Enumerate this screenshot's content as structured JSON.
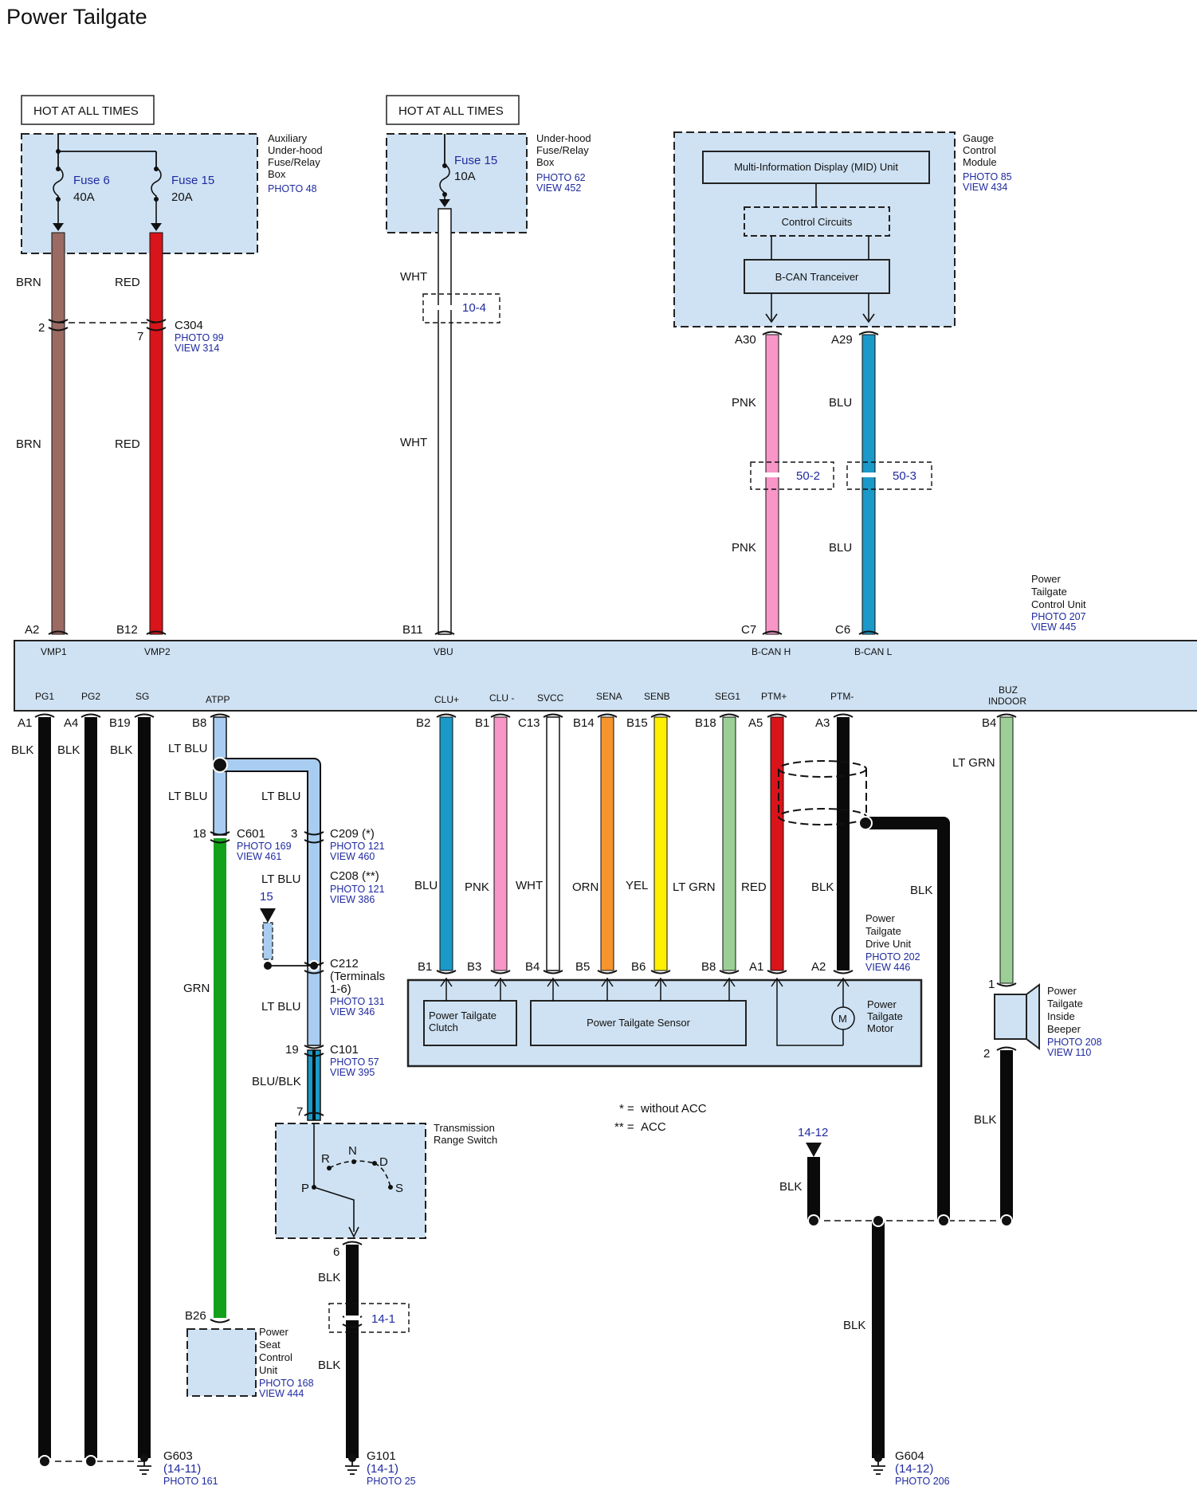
{
  "title": "Power Tailgate",
  "hot": "HOT AT ALL TIMES",
  "aux_box": {
    "name": [
      "Auxiliary",
      "Under-hood",
      "Fuse/Relay",
      "Box"
    ],
    "photo": "PHOTO 48",
    "fuse_a": {
      "name": "Fuse 6",
      "rating": "40A"
    },
    "fuse_b": {
      "name": "Fuse 15",
      "rating": "20A"
    }
  },
  "uh_box": {
    "name": [
      "Under-hood",
      "Fuse/Relay",
      "Box"
    ],
    "photo": "PHOTO 62",
    "view": "VIEW 452",
    "fuse": {
      "name": "Fuse 15",
      "rating": "10A"
    }
  },
  "gauge": {
    "name": [
      "Gauge",
      "Control",
      "Module"
    ],
    "photo": "PHOTO 85",
    "view": "VIEW 434",
    "mid": "Multi-Information Display (MID) Unit",
    "ctrl": "Control Circuits",
    "bcan": "B-CAN Tranceiver",
    "pin_a": "A30",
    "pin_b": "A29"
  },
  "c304": {
    "name": "C304",
    "photo": "PHOTO 99",
    "view": "VIEW 314",
    "pin_l": "2",
    "pin_r": "7"
  },
  "wire_labels": {
    "brn": "BRN",
    "red": "RED",
    "wht": "WHT",
    "pnk": "PNK",
    "blu": "BLU",
    "blk": "BLK",
    "lt_blu": "LT BLU",
    "grn": "GRN",
    "blu_blk": "BLU/BLK",
    "lt_grn": "LT GRN",
    "orn": "ORN",
    "yel": "YEL"
  },
  "refs": {
    "r10_4": "10-4",
    "r50_2": "50-2",
    "r50_3": "50-3",
    "r15": "15",
    "r14_1": "14-1",
    "r14_12": "14-12"
  },
  "ptcu": {
    "name": [
      "Power",
      "Tailgate",
      "Control Unit"
    ],
    "photo": "PHOTO 207",
    "view": "VIEW 445",
    "top_pins": [
      "A2",
      "B12",
      "B11",
      "C7",
      "C6"
    ],
    "top_terms": [
      "VMP1",
      "VMP2",
      "VBU",
      "B-CAN H",
      "B-CAN L"
    ],
    "bot_terms": [
      "PG1",
      "PG2",
      "SG",
      "ATPP",
      "CLU+",
      "CLU -",
      "SVCC",
      "SENA",
      "SENB",
      "SEG1",
      "PTM+",
      "PTM-",
      "BUZ",
      "INDOOR"
    ],
    "bot_pins": [
      "A1",
      "A4",
      "B19",
      "B8",
      "B2",
      "B1",
      "C13",
      "B14",
      "B15",
      "B18",
      "A5",
      "A3",
      "B4"
    ]
  },
  "c601": {
    "name": "C601",
    "photo": "PHOTO 169",
    "view": "VIEW 461",
    "pin": "18"
  },
  "c209": {
    "name": "C209 (*)",
    "photo": "PHOTO 121",
    "view": "VIEW 460",
    "pin": "3"
  },
  "c208": {
    "name": "C208 (**)",
    "photo": "PHOTO 121",
    "view": "VIEW 386"
  },
  "c212": {
    "name": "C212",
    "note": [
      "(Terminals",
      "1-6)"
    ],
    "photo": "PHOTO 131",
    "view": "VIEW 346"
  },
  "c101": {
    "name": "C101",
    "photo": "PHOTO 57",
    "view": "VIEW 395",
    "pin": "19"
  },
  "trs": {
    "name": [
      "Transmission",
      "Range Switch"
    ],
    "pin_top": "7",
    "pin_bot": "6",
    "positions": [
      "P",
      "R",
      "N",
      "D",
      "S"
    ]
  },
  "drive_unit": {
    "name": [
      "Power",
      "Tailgate",
      "Drive Unit"
    ],
    "photo": "PHOTO 202",
    "view": "VIEW 446",
    "pins": [
      "B1",
      "B3",
      "B4",
      "B5",
      "B6",
      "B8",
      "A1",
      "A2"
    ],
    "clutch": [
      "Power Tailgate",
      "Clutch"
    ],
    "sensor": "Power Tailgate Sensor",
    "motor": [
      "Power",
      "Tailgate",
      "Motor"
    ],
    "m": "M"
  },
  "beeper": {
    "name": [
      "Power",
      "Tailgate",
      "Inside",
      "Beeper"
    ],
    "photo": "PHOTO 208",
    "view": "VIEW 110",
    "pin_1": "1",
    "pin_2": "2"
  },
  "pscu": {
    "name": [
      "Power",
      "Seat",
      "Control",
      "Unit"
    ],
    "photo": "PHOTO 168",
    "view": "VIEW 444",
    "pin": "B26"
  },
  "notes": [
    {
      "mark": "* =",
      "text": "without ACC"
    },
    {
      "mark": "** =",
      "text": "ACC"
    }
  ],
  "grounds": {
    "g603": {
      "name": "G603",
      "ref": "(14-11)",
      "photo": "PHOTO 161"
    },
    "g101": {
      "name": "G101",
      "ref": "(14-1)",
      "photo": "PHOTO 25"
    },
    "g604": {
      "name": "G604",
      "ref": "(14-12)",
      "photo": "PHOTO 206"
    }
  },
  "colors": {
    "brn": "#9a6a63",
    "red": "#d9141a",
    "wht": "#ffffff",
    "pnk": "#f896c8",
    "blu": "#1b99c8",
    "blk": "#0a0a0a",
    "lt_blu": "#a9cdf1",
    "grn": "#13a01a",
    "lt_grn": "#9ccf95",
    "orn": "#f7942e",
    "yel": "#fff000",
    "box": "#cfe2f3"
  }
}
